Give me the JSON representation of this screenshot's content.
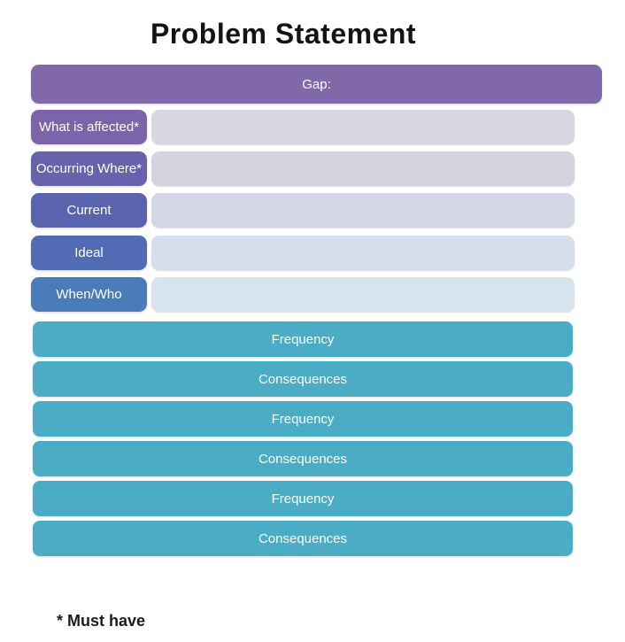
{
  "page": {
    "title": "Problem Statement",
    "footnote": "* Must have"
  },
  "gap_bar": {
    "label": "Gap:",
    "color": "#8168a8"
  },
  "rows": [
    {
      "label": "What is affected*",
      "label_color": "#7b64a9",
      "field_color": "#d9d6e3"
    },
    {
      "label": "Occurring Where*",
      "label_color": "#6762ab",
      "field_color": "#d6d3e1"
    },
    {
      "label": "Current",
      "label_color": "#5a64ae",
      "field_color": "#d3d7e5"
    },
    {
      "label": "Ideal",
      "label_color": "#516cb4",
      "field_color": "#d5deea"
    },
    {
      "label": "When/Who",
      "label_color": "#4b7cba",
      "field_color": "#d8e4ed"
    }
  ],
  "teal_bars": [
    {
      "label": "Frequency"
    },
    {
      "label": "Consequences"
    },
    {
      "label": "Frequency"
    },
    {
      "label": "Consequences"
    },
    {
      "label": "Frequency"
    },
    {
      "label": "Consequences"
    }
  ],
  "teal_color": "#4aacc5"
}
